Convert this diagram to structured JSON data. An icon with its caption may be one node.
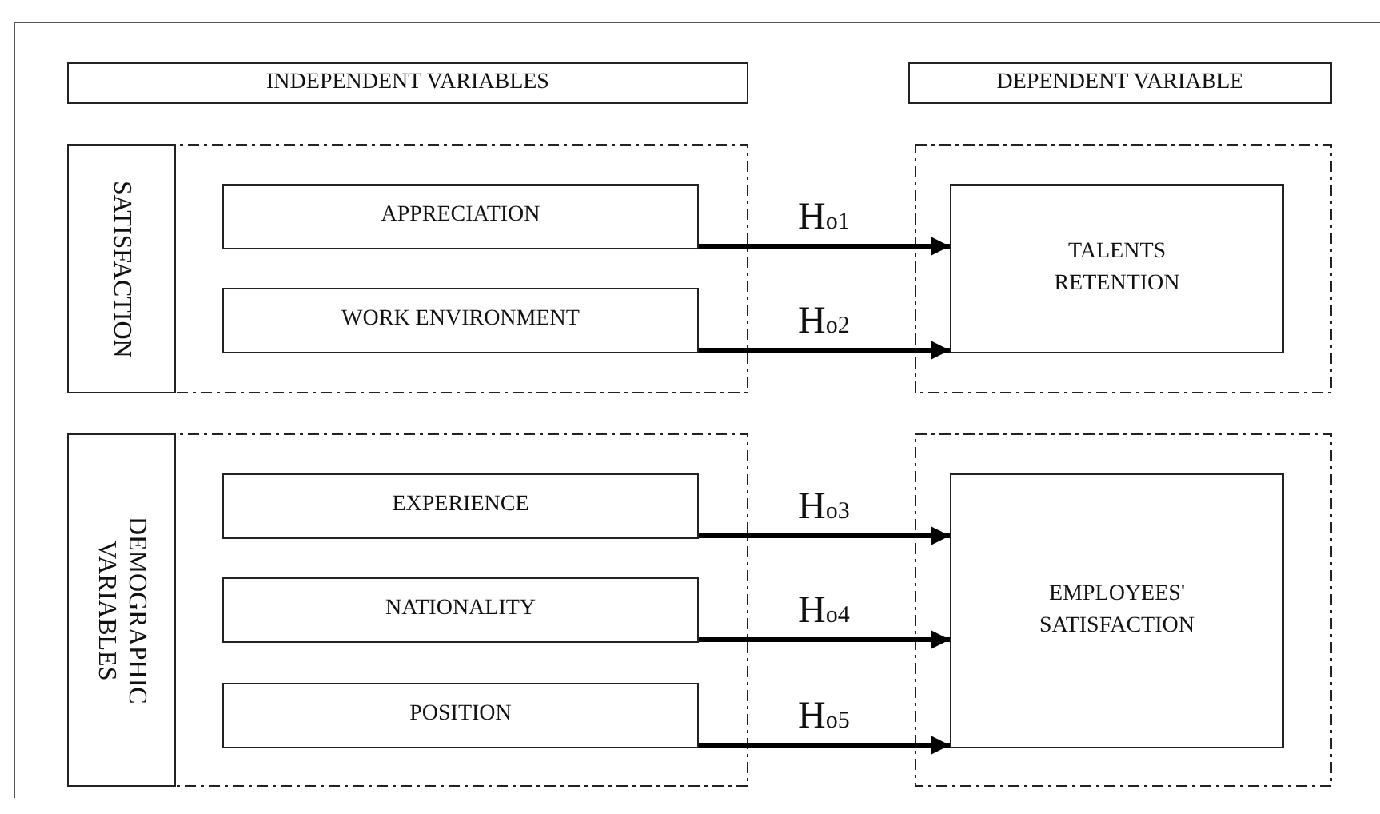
{
  "diagram": {
    "nodes": [
      {
        "text": [
          "INDEPENDENT VARIABLES"
        ]
      },
      {
        "text": [
          "DEPENDENT VARIABLE"
        ]
      },
      {
        "text": [],
        "shape": "box"
      },
      {
        "text": [
          "SATISFACTION"
        ],
        "in": 2
      },
      {
        "text": [
          "APPRECIATION"
        ],
        "in": 2
      },
      {
        "text": [
          "WORK ENVIRONMENT"
        ],
        "in": 2
      },
      {
        "text": [],
        "shape": "box"
      },
      {
        "text": [
          "TALENTS RETENTION"
        ],
        "in": 6
      },
      {
        "text": [],
        "shape": "box"
      },
      {
        "text": [
          "DEMOGRAPHIC VARIABLES"
        ],
        "in": 8
      },
      {
        "text": [
          "EXPERIENCE"
        ],
        "in": 8
      },
      {
        "text": [
          "NATIONALITY"
        ],
        "in": 8
      },
      {
        "text": [
          "POSITION"
        ],
        "in": 8
      },
      {
        "text": [],
        "shape": "box"
      },
      {
        "text": [
          "EMPLOYEES' SATISFACTION"
        ],
        "in": 13
      }
    ],
    "edges": [
      {
        "from": 4,
        "to": 7,
        "arrow": "to",
        "label": "H$_{o1}$"
      },
      {
        "from": 5,
        "to": 7,
        "arrow": "to",
        "label": "H$_{o2}$"
      },
      {
        "from": 10,
        "to": 14,
        "arrow": "to",
        "label": "H$_{o3}$"
      },
      {
        "from": 11,
        "to": 14,
        "arrow": "to",
        "label": "H$_{o4}$"
      },
      {
        "from": 12,
        "to": 14,
        "arrow": "to",
        "label": "H$_{o5}$"
      }
    ]
  }
}
